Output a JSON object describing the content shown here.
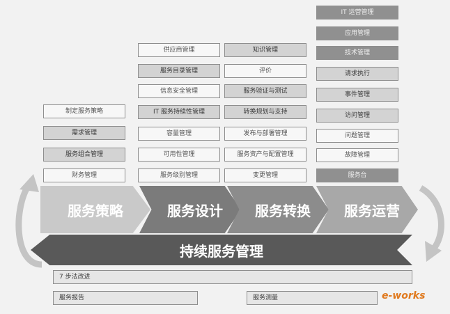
{
  "strategy_boxes": [
    "制定服务策略",
    "需求管理",
    "服务组合管理",
    "财务管理"
  ],
  "design_boxes": [
    "供应商管理",
    "服务目录管理",
    "信息安全管理",
    "IT 服务持续性管理",
    "容量管理",
    "可用性管理",
    "服务级别管理"
  ],
  "transition_boxes": [
    "知识管理",
    "评价",
    "服务验证与测试",
    "转换规划与支持",
    "发布与部署管理",
    "服务资产与配置管理",
    "变更管理"
  ],
  "operation_boxes": [
    "IT 运营管理",
    "应用管理",
    "技术管理",
    "请求执行",
    "事件管理",
    "访问管理",
    "问题管理",
    "故障管理",
    "服务台"
  ],
  "phases": [
    "服务策略",
    "服务设计",
    "服务转换",
    "服务运营"
  ],
  "csm_label": "持续服务管理",
  "bottom": {
    "improvement": "7 步法改进",
    "report": "服务报告",
    "measure": "服务测量"
  },
  "logo": "e-works"
}
